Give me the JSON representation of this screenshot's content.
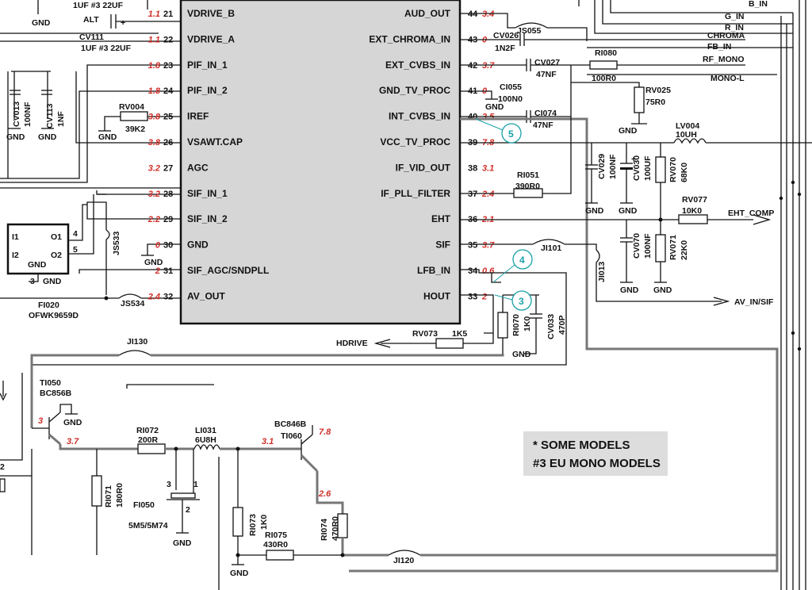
{
  "ic_left_pins": [
    {
      "n": "21",
      "name": "VDRIVE_B",
      "v": "1.1"
    },
    {
      "n": "22",
      "name": "VDRIVE_A",
      "v": "1.1"
    },
    {
      "n": "23",
      "name": "PIF_IN_1",
      "v": "1.8"
    },
    {
      "n": "24",
      "name": "PIF_IN_2",
      "v": "1.8"
    },
    {
      "n": "25",
      "name": "IREF",
      "v": "3.8"
    },
    {
      "n": "26",
      "name": "VSAWT.CAP",
      "v": "3.8"
    },
    {
      "n": "27",
      "name": "AGC",
      "v": "3.2"
    },
    {
      "n": "28",
      "name": "SIF_IN_1",
      "v": "3.2"
    },
    {
      "n": "29",
      "name": "SIF_IN_2",
      "v": "2.2"
    },
    {
      "n": "30",
      "name": "GND",
      "v": "0"
    },
    {
      "n": "31",
      "name": "SIF_AGC/SNDPLL",
      "v": "2"
    },
    {
      "n": "32",
      "name": "AV_OUT",
      "v": "2.4"
    }
  ],
  "ic_right_pins": [
    {
      "n": "44",
      "name": "AUD_OUT",
      "v": "3.4"
    },
    {
      "n": "43",
      "name": "EXT_CHROMA_IN",
      "v": "0"
    },
    {
      "n": "42",
      "name": "EXT_CVBS_IN",
      "v": "3.7"
    },
    {
      "n": "41",
      "name": "GND_TV_PROC",
      "v": "0"
    },
    {
      "n": "40",
      "name": "INT_CVBS_IN",
      "v": "3.5"
    },
    {
      "n": "39",
      "name": "VCC_TV_PROC",
      "v": "7.8"
    },
    {
      "n": "38",
      "name": "IF_VID_OUT",
      "v": "3.1"
    },
    {
      "n": "37",
      "name": "IF_PLL_FILTER",
      "v": "2.4"
    },
    {
      "n": "36",
      "name": "EHT",
      "v": "2.1"
    },
    {
      "n": "35",
      "name": "SIF",
      "v": "3.7"
    },
    {
      "n": "34",
      "name": "LFB_IN",
      "v": "0.6"
    },
    {
      "n": "33",
      "name": "HOUT",
      "v": "2"
    }
  ],
  "labels": {
    "gnd": "GND",
    "cv111": "CV111",
    "cv111_val": "1UF  #3 22UF",
    "cv_top_val": "1UF  #3 22UF",
    "alt": "ALT",
    "cv013": "CV013",
    "cv013_val": "100NF",
    "cv113": "CV113",
    "cv113_val": "1NF",
    "rv004": "RV004",
    "rv004_val": "39K2",
    "js533": "JS533",
    "js534": "JS534",
    "fi020": "FI020",
    "fi020_part": "OFWK9659D",
    "fi020_i1": "I1",
    "fi020_i2": "I2",
    "fi020_o1": "O1",
    "fi020_o2": "O2",
    "fi020_pin4": "4",
    "fi020_pin5": "5",
    "fi020_pin3": "3",
    "js055": "JS055",
    "cv026": "CV026",
    "cv026_val": "1N2F",
    "cv027": "CV027",
    "cv027_val": "47NF",
    "ri080": "RI080",
    "ri080_val": "100R0",
    "ci055": "CI055",
    "ci055_val": "100N0",
    "ci074": "CI074",
    "ci074_val": "47NF",
    "rv025": "RV025",
    "rv025_val": "75R0",
    "lv004": "LV004",
    "lv004_val": "10UH",
    "cv029": "CV029",
    "cv029_val": "100NF",
    "cv030": "CV030",
    "cv030_val": "100UF",
    "rv070": "RV070",
    "rv070_val": "68K0",
    "rv077": "RV077",
    "rv077_val": "10K0",
    "cv070": "CV070",
    "cv070_val": "100NF",
    "rv071": "RV071",
    "rv071_val": "22K0",
    "ri051": "RI051",
    "ri051_val": "390R0",
    "ji101": "JI101",
    "ji013": "JI013",
    "ri070": "RI070",
    "ri070_val": "1K0",
    "cv033": "CV033",
    "cv033_val": "470P",
    "rv073": "RV073",
    "rv073_val": "1K5",
    "ji130": "JI130",
    "ti050": "TI050",
    "ti050_part": "BC856B",
    "ri072": "RI072",
    "ri072_val": "200R",
    "li031": "LI031",
    "li031_val": "6U8H",
    "ti060_part": "BC846B",
    "ti060": "TI060",
    "ri071": "RI071",
    "ri071_val": "180R0",
    "fi050": "FI050",
    "fi050_part": "5M5/5M74",
    "fi050_p1": "1",
    "fi050_p2": "2",
    "fi050_p3": "3",
    "ri073": "RI073",
    "ri073_val": "1K0",
    "ri075": "RI075",
    "ri075_val": "430R0",
    "ri074": "RI074",
    "ri074_val": "470R0",
    "ji120": "JI120"
  },
  "voltages": {
    "ti050_e": "3",
    "ti050_c": "3.7",
    "ti060_b": "3.1",
    "ti060_c": "7.8",
    "ri074": "2.6"
  },
  "nets": {
    "b_in": "B_IN",
    "g_in": "G_IN",
    "r_in": "R_IN",
    "chroma": "CHROMA",
    "fb_in": "FB_IN",
    "rf_mono": "RF_MONO",
    "mono_l": "MONO-L",
    "eht_comp": "EHT_COMP",
    "av_in_sif": "AV_IN/SIF",
    "hdrive": "HDRIVE"
  },
  "bubbles": [
    "5",
    "4",
    "3"
  ],
  "notes": {
    "line1": "*   SOME MODELS",
    "line2": "#3 EU MONO MODELS"
  },
  "colors": {
    "voltage": "#d0302a",
    "bubble": "#1aa1a8",
    "ic_fill": "#d6d6d6",
    "note_bg": "#dddddd"
  }
}
